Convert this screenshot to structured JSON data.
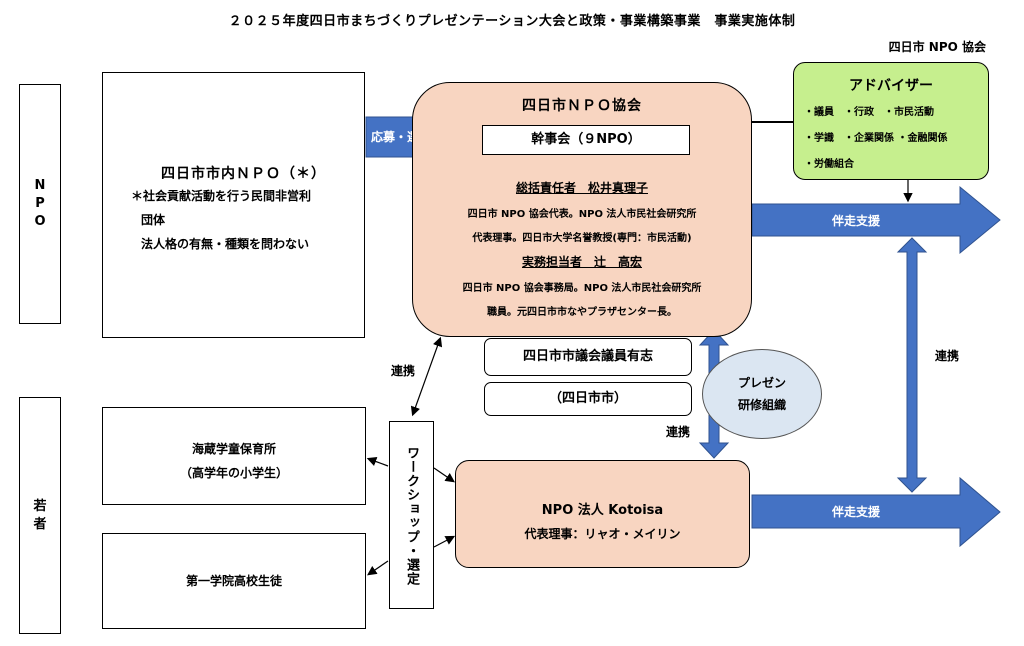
{
  "title": "２０２５年度四日市まちづくりプレゼンテーション大会と政策・事業構築事業　事業実施体制",
  "org_label": "四日市 NPO 協会",
  "side_labels": {
    "npo": [
      "N",
      "P",
      "O"
    ],
    "youth": [
      "若",
      "者"
    ]
  },
  "npo_left": {
    "heading": "四日市市内ＮＰＯ（＊）",
    "line1": "＊社会貢献活動を行う民間非営利",
    "line2": "団体",
    "line3": "法人格の有無・種類を問わない"
  },
  "application_arrow": "応募・選定",
  "npo_association": {
    "heading": "四日市ＮＰＯ協会",
    "committee": "幹事会（９NPO）",
    "director_title": "総括責任者　松井真理子",
    "director_desc1": "四日市 NPO 協会代表。NPO 法人市民社会研究所",
    "director_desc2": "代表理事。四日市大学名誉教授(専門：市民活動)",
    "staff_title": "実務担当者　辻　高宏",
    "staff_desc1": "四日市 NPO 協会事務局。NPO 法人市民社会研究所",
    "staff_desc2": "職員。元四日市市なやプラザセンター長。"
  },
  "advisor": {
    "heading": "アドバイザー",
    "row1": "・議員　・行政　・市民活動",
    "row2": "・学識　・企業関係 ・金融関係",
    "row3": "・労働組合"
  },
  "council": "四日市市議会議員有志",
  "city": "（四日市市）",
  "presentation": {
    "line1": "プレゼン",
    "line2": "研修組織"
  },
  "links": {
    "left": "連携",
    "middle": "連携",
    "right": "連携"
  },
  "support": {
    "top": "伴走支援",
    "bottom": "伴走支援"
  },
  "workshop": "ワークショップ・選定",
  "youth_orgs": {
    "kaizo_line1": "海蔵学童保育所",
    "kaizo_line2": "（高学年の小学生）",
    "daiichi": "第一学院高校生徒"
  },
  "kotoisa": {
    "name": "NPO 法人 Kotoisa",
    "rep": "代表理事：リャオ・メイリン"
  },
  "colors": {
    "arrow": "#4472c4",
    "salmon": "#f8d5c1",
    "green": "#c6ef8e",
    "bubble": "#dbe6f2"
  }
}
